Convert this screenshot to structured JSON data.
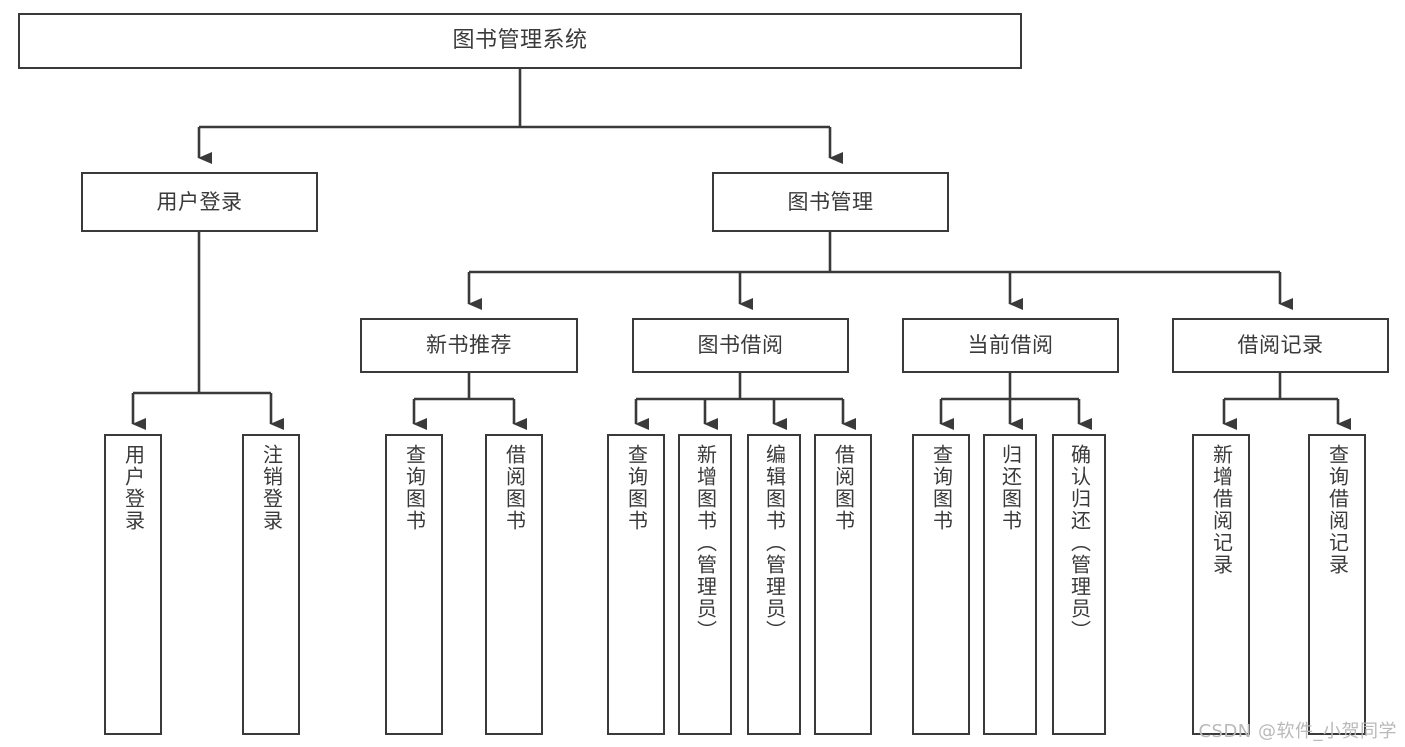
{
  "diagram": {
    "title": "图书管理系统",
    "type": "tree",
    "watermark": "CSDN @软件_小贺同学",
    "style": {
      "background": "#ffffff",
      "border_color": "#3a3a3a",
      "text_color": "#3a3a3a",
      "watermark_color": "#b9b9b9"
    },
    "nodes": {
      "root": {
        "label": "图书管理系统",
        "level": 1
      },
      "user_login": {
        "label": "用户登录",
        "level": 2
      },
      "book_manage": {
        "label": "图书管理",
        "level": 2
      },
      "new_book_rec": {
        "label": "新书推荐",
        "level": 3
      },
      "book_borrow": {
        "label": "图书借阅",
        "level": 3
      },
      "current_borrow": {
        "label": "当前借阅",
        "level": 3
      },
      "borrow_record": {
        "label": "借阅记录",
        "level": 3
      },
      "leaf_user_login": {
        "label": "用户登录",
        "level": 4
      },
      "leaf_logout": {
        "label": "注销登录",
        "level": 4
      },
      "leaf_query_book_1": {
        "label": "查询图书",
        "level": 4
      },
      "leaf_borrow_book_1": {
        "label": "借阅图书",
        "level": 4
      },
      "leaf_query_book_2": {
        "label": "查询图书",
        "level": 4
      },
      "leaf_add_book": {
        "label": "新增图书（管理员）",
        "level": 4
      },
      "leaf_edit_book": {
        "label": "编辑图书（管理员）",
        "level": 4
      },
      "leaf_borrow_book_2": {
        "label": "借阅图书",
        "level": 4
      },
      "leaf_query_book_3": {
        "label": "查询图书",
        "level": 4
      },
      "leaf_return_book": {
        "label": "归还图书",
        "level": 4
      },
      "leaf_confirm_return": {
        "label": "确认归还（管理员）",
        "level": 4
      },
      "leaf_add_record": {
        "label": "新增借阅记录",
        "level": 4
      },
      "leaf_query_record": {
        "label": "查询借阅记录",
        "level": 4
      }
    },
    "edges": [
      {
        "from": "root",
        "to": "user_login"
      },
      {
        "from": "root",
        "to": "book_manage"
      },
      {
        "from": "user_login",
        "to": "leaf_user_login"
      },
      {
        "from": "user_login",
        "to": "leaf_logout"
      },
      {
        "from": "book_manage",
        "to": "new_book_rec"
      },
      {
        "from": "book_manage",
        "to": "book_borrow"
      },
      {
        "from": "book_manage",
        "to": "current_borrow"
      },
      {
        "from": "book_manage",
        "to": "borrow_record"
      },
      {
        "from": "new_book_rec",
        "to": "leaf_query_book_1"
      },
      {
        "from": "new_book_rec",
        "to": "leaf_borrow_book_1"
      },
      {
        "from": "book_borrow",
        "to": "leaf_query_book_2"
      },
      {
        "from": "book_borrow",
        "to": "leaf_add_book"
      },
      {
        "from": "book_borrow",
        "to": "leaf_edit_book"
      },
      {
        "from": "book_borrow",
        "to": "leaf_borrow_book_2"
      },
      {
        "from": "current_borrow",
        "to": "leaf_query_book_3"
      },
      {
        "from": "current_borrow",
        "to": "leaf_return_book"
      },
      {
        "from": "current_borrow",
        "to": "leaf_confirm_return"
      },
      {
        "from": "borrow_record",
        "to": "leaf_add_record"
      },
      {
        "from": "borrow_record",
        "to": "leaf_query_record"
      }
    ]
  }
}
